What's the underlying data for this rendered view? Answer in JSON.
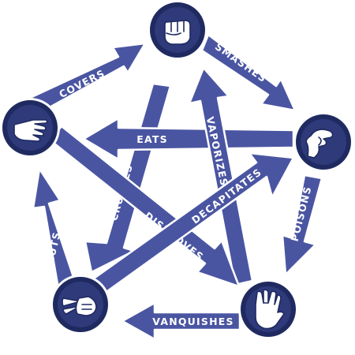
{
  "nodes": [
    {
      "id": "rock",
      "icon": "rock-hand-icon"
    },
    {
      "id": "paper",
      "icon": "paper-hand-icon"
    },
    {
      "id": "lizard",
      "icon": "lizard-hand-icon"
    },
    {
      "id": "scissors",
      "icon": "scissors-hand-icon"
    },
    {
      "id": "spock",
      "icon": "spock-hand-icon"
    }
  ],
  "edges": [
    {
      "from": "rock",
      "to": "lizard",
      "label": "SMASHES"
    },
    {
      "from": "lizard",
      "to": "spock",
      "label": "POISONS"
    },
    {
      "from": "spock",
      "to": "scissors",
      "label": "VANQUISHES"
    },
    {
      "from": "scissors",
      "to": "paper",
      "label": "CUTS"
    },
    {
      "from": "paper",
      "to": "rock",
      "label": "COVERS"
    },
    {
      "from": "lizard",
      "to": "paper",
      "label": "EATS"
    },
    {
      "from": "rock",
      "to": "scissors",
      "label": "CRUSHES"
    },
    {
      "from": "spock",
      "to": "rock",
      "label": "VAPORIZES"
    },
    {
      "from": "paper",
      "to": "spock",
      "label": "DISPROVES"
    },
    {
      "from": "scissors",
      "to": "lizard",
      "label": "DECAPITATES"
    }
  ],
  "colors": {
    "arrow": "#4a55a2",
    "node": "#1f2a60",
    "text": "#ffffff"
  }
}
